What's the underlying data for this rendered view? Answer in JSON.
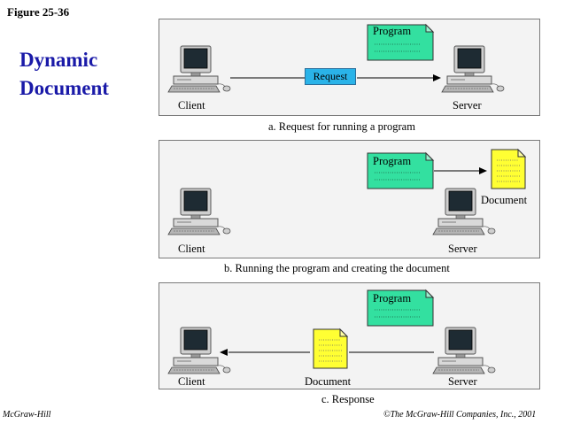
{
  "figure_label": "Figure 25-36",
  "title_line1": "Dynamic",
  "title_line2": "Document",
  "panels": [
    {
      "caption": "a. Request for running a program",
      "client_label": "Client",
      "server_label": "Server",
      "program_label": "Program",
      "request_label": "Request"
    },
    {
      "caption": "b. Running the program and creating the document",
      "client_label": "Client",
      "server_label": "Server",
      "program_label": "Program",
      "document_label": "Document"
    },
    {
      "caption": "c. Response",
      "client_label": "Client",
      "server_label": "Server",
      "program_label": "Program",
      "document_label": "Document"
    }
  ],
  "footer_left": "McGraw-Hill",
  "footer_right": "©The McGraw-Hill Companies, Inc., 2001",
  "colors": {
    "title": "#1a1aa8",
    "program_fill": "#33e0a0",
    "document_fill": "#ffff33",
    "request_fill": "#2ab3e8",
    "panel_bg": "#f3f3f3"
  },
  "icons": [
    "computer-icon",
    "arrow-icon",
    "document-icon",
    "program-icon"
  ]
}
